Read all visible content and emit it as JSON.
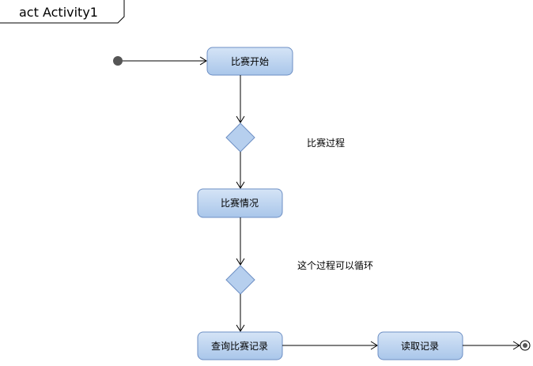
{
  "frame": {
    "title": "act Activity1"
  },
  "nodes": {
    "start_match": "比赛开始",
    "match_status": "比赛情况",
    "query_records": "查询比赛记录",
    "read_records": "读取记录"
  },
  "notes": {
    "match_process": "比赛过程",
    "loop_note": "这个过程可以循环"
  },
  "colors": {
    "action_fill_top": "#d5e4f6",
    "action_fill_bottom": "#a9c6ea",
    "action_stroke": "#6d8fc4",
    "decision_fill": "#b6cfee",
    "initial_node": "#555555"
  }
}
